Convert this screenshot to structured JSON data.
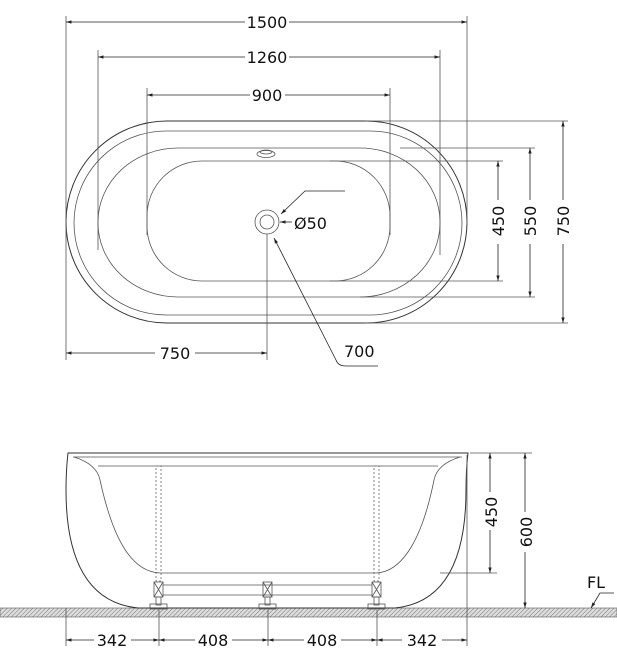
{
  "top_view": {
    "dims": {
      "overall_length": "1500",
      "rim_inner_length": "1260",
      "base_length": "900",
      "drain_position": "750",
      "base_width": "450",
      "rim_inner_width": "550",
      "overall_width": "750",
      "drain_diameter": "Ø50",
      "leader_value": "700"
    }
  },
  "side_view": {
    "dims": {
      "inner_depth": "450",
      "overall_height": "600",
      "leg_spacing": [
        "342",
        "408",
        "408",
        "342"
      ]
    },
    "floor_label": "FL"
  }
}
